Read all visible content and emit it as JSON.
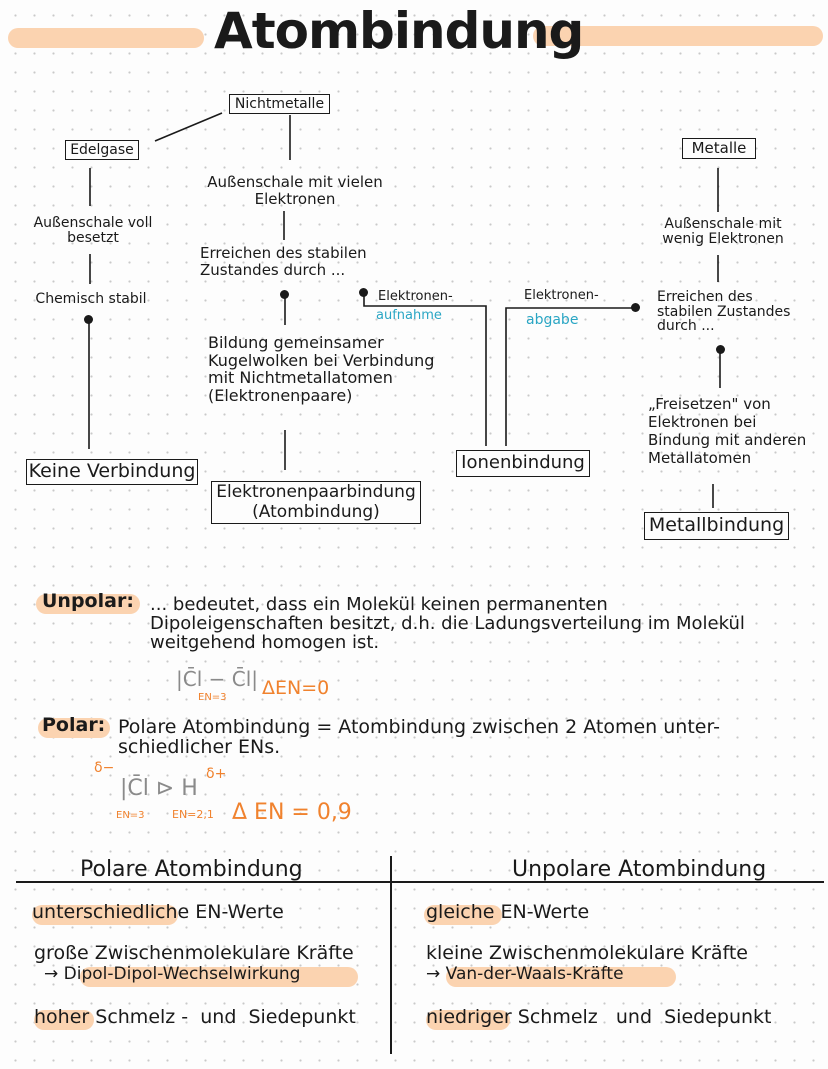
{
  "title": "Atombindung",
  "colors": {
    "highlight": "#fbd3b0",
    "accent_orange": "#f0822e",
    "accent_blue": "#2aa6c4",
    "ink": "#1a1a1a"
  },
  "diagram": {
    "nichtmetalle": "Nichtmetalle",
    "edelgase": "Edelgase",
    "edelgase_shell": "Außenschale voll\nbesetzt",
    "edelgase_stable": "Chemisch stabil",
    "keine_verbindung": "Keine Verbindung",
    "nm_shell": "Außenschale mit vielen\nElektronen",
    "nm_reach": "Erreichen des stabilen\nZustandes durch ...",
    "nm_pairs": "Bildung gemeinsamer\nKugelwolken bei Verbindung\nmit Nichtmetallatomen\n(Elektronenpaare)",
    "elektronenpaarbindung": "Elektronenpaarbindung\n(Atombindung)",
    "aufnahme_top": "Elektronen-",
    "aufnahme_bottom": "aufnahme",
    "abgabe_top": "Elektronen-",
    "abgabe_bottom": "abgabe",
    "ionenbindung": "Ionenbindung",
    "metalle": "Metalle",
    "m_shell": "Außenschale mit\nwenig Elektronen",
    "m_reach": "Erreichen des\nstabilen Zustandes\ndurch ...",
    "m_free": "„Freisetzen\" von\nElektronen bei\nBindung mit anderen\nMetallatomen",
    "metallbindung": "Metallbindung"
  },
  "unpolar": {
    "label": "Unpolar:",
    "text": "... bedeutet, dass ein Molekül keinen permanenten\nDipoleigenschaften besitzt, d.h. die Ladungsverteilung im Molekül\nweitgehend homogen ist.",
    "formula": "|C̄l − C̄l|",
    "en": "EN=3",
    "delta": "ΔEN=0"
  },
  "polar": {
    "label": "Polar:",
    "text": "Polare Atombindung = Atombindung zwischen 2 Atomen unter-\nschiedlicher ENs.",
    "delta_minus": "δ−",
    "delta_plus": "δ+",
    "formula": "|C̄l ⊳ H",
    "en_cl": "EN=3",
    "en_h": "EN=2,1",
    "delta": "Δ EN = 0,9"
  },
  "table": {
    "left_header": "Polare Atombindung",
    "right_header": "Unpolare Atombindung",
    "left": {
      "r1_mark": "unterschiedliche",
      "r1_rest": " EN-Werte",
      "r2_line1": "große Zwischenmolekulare Kräfte",
      "r2_arrow": "→",
      "r2_mark": "Dipol-Dipol-Wechselwirkung",
      "r3_mark": "hoher",
      "r3_rest": " Schmelz -  und  Siedepunkt"
    },
    "right": {
      "r1_mark": "gleiche",
      "r1_rest": " EN-Werte",
      "r2_line1": "kleine Zwischenmolekulare Kräfte",
      "r2_arrow": "→",
      "r2_mark": "Van-der-Waals-Kräfte",
      "r3_mark": "niedriger",
      "r3_rest": " Schmelz   und  Siedepunkt"
    }
  }
}
